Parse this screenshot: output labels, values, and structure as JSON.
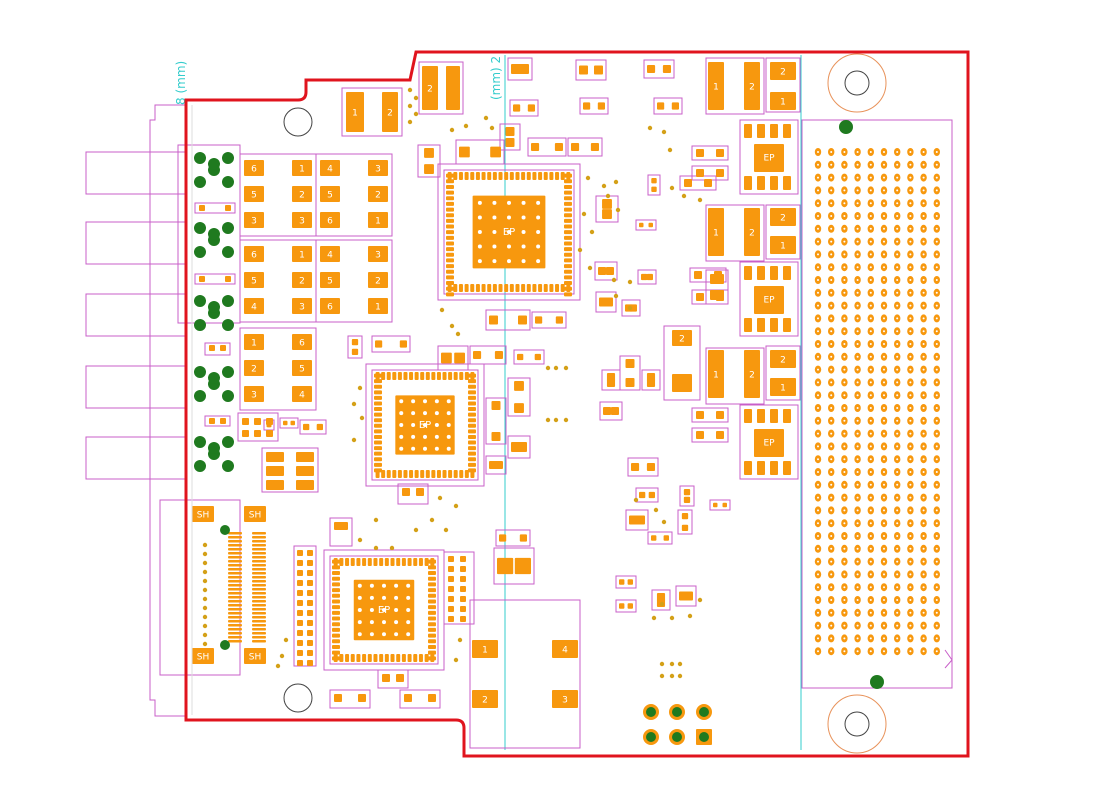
{
  "colors": {
    "outline": "#e0141e",
    "pad": "#f7980e",
    "silk": "#c85fc8",
    "via": "#1f7a1f",
    "via_ring": "#d4a017",
    "annotation": "#33cccc",
    "hole": "#e8925a",
    "board_bg": "#ffffff"
  },
  "annotations": {
    "left_dim": "8 (mm)",
    "top_dim": "(mm) 2"
  },
  "labels": {
    "exposed_pad": "EP",
    "pin1": "1",
    "pin2": "2",
    "pin3": "3",
    "pin4": "4",
    "pin5": "5",
    "pin6": "6",
    "shield": "SH"
  }
}
